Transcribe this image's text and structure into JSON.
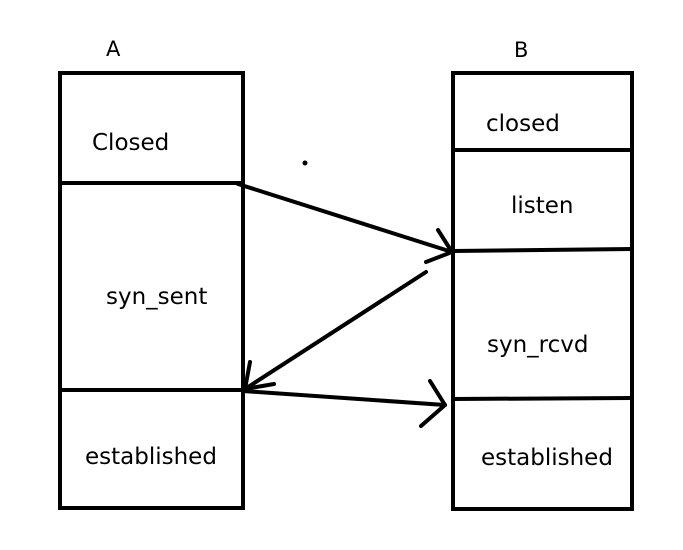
{
  "diagram": {
    "host_a": {
      "name": "A",
      "states": [
        "Closed",
        "syn_sent",
        "established"
      ]
    },
    "host_b": {
      "name": "B",
      "states": [
        "closed",
        "listen",
        "syn_rcvd",
        "established"
      ]
    },
    "colors": {
      "stroke": "#000000",
      "background": "#ffffff",
      "text": "#000000"
    }
  }
}
